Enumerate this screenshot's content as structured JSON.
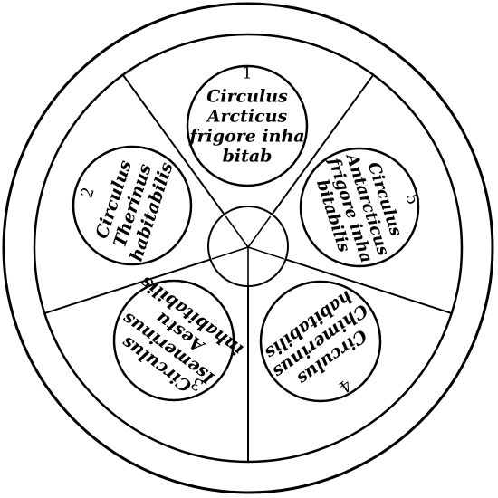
{
  "colors": {
    "ink": "#000000",
    "paper": "#ffffff"
  },
  "zones": [
    {
      "number": "1",
      "lines": [
        "Circulus",
        "Arcticus",
        "frigore inha",
        "bitab"
      ]
    },
    {
      "number": "2",
      "lines": [
        "Circulus",
        "Therinus",
        "habitabilis"
      ]
    },
    {
      "number": "3",
      "lines": [
        "Circulus",
        "Isemerinus",
        "Aestu",
        "inhabitabilis"
      ]
    },
    {
      "number": "4",
      "lines": [
        "Circulus",
        "Chimerinus",
        "habitabilis"
      ]
    },
    {
      "number": "5",
      "lines": [
        "Circulus",
        "Antarcticus",
        "frigore inha",
        "bitabilis"
      ]
    }
  ]
}
